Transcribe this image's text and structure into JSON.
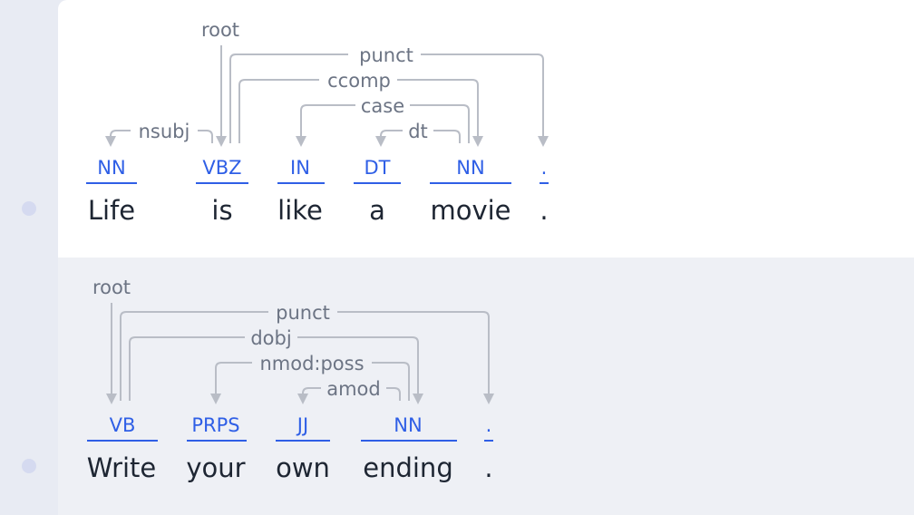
{
  "sentences": [
    {
      "tokens": [
        {
          "word": "Life",
          "tag": "NN"
        },
        {
          "word": "is",
          "tag": "VBZ"
        },
        {
          "word": "like",
          "tag": "IN"
        },
        {
          "word": "a",
          "tag": "DT"
        },
        {
          "word": "movie",
          "tag": "NN"
        },
        {
          "word": ".",
          "tag": "."
        }
      ],
      "arcs": [
        {
          "label": "root",
          "from": null,
          "to": 1
        },
        {
          "label": "punct",
          "from": 1,
          "to": 5
        },
        {
          "label": "ccomp",
          "from": 1,
          "to": 4
        },
        {
          "label": "case",
          "from": 4,
          "to": 2
        },
        {
          "label": "dt",
          "from": 4,
          "to": 3
        },
        {
          "label": "nsubj",
          "from": 1,
          "to": 0
        }
      ]
    },
    {
      "tokens": [
        {
          "word": "Write",
          "tag": "VB"
        },
        {
          "word": "your",
          "tag": "PRPS"
        },
        {
          "word": "own",
          "tag": "JJ"
        },
        {
          "word": "ending",
          "tag": "NN"
        },
        {
          "word": ".",
          "tag": "."
        }
      ],
      "arcs": [
        {
          "label": "root",
          "from": null,
          "to": 0
        },
        {
          "label": "punct",
          "from": 0,
          "to": 4
        },
        {
          "label": "dobj",
          "from": 0,
          "to": 3
        },
        {
          "label": "nmod:poss",
          "from": 3,
          "to": 1
        },
        {
          "label": "amod",
          "from": 3,
          "to": 2
        }
      ]
    }
  ]
}
